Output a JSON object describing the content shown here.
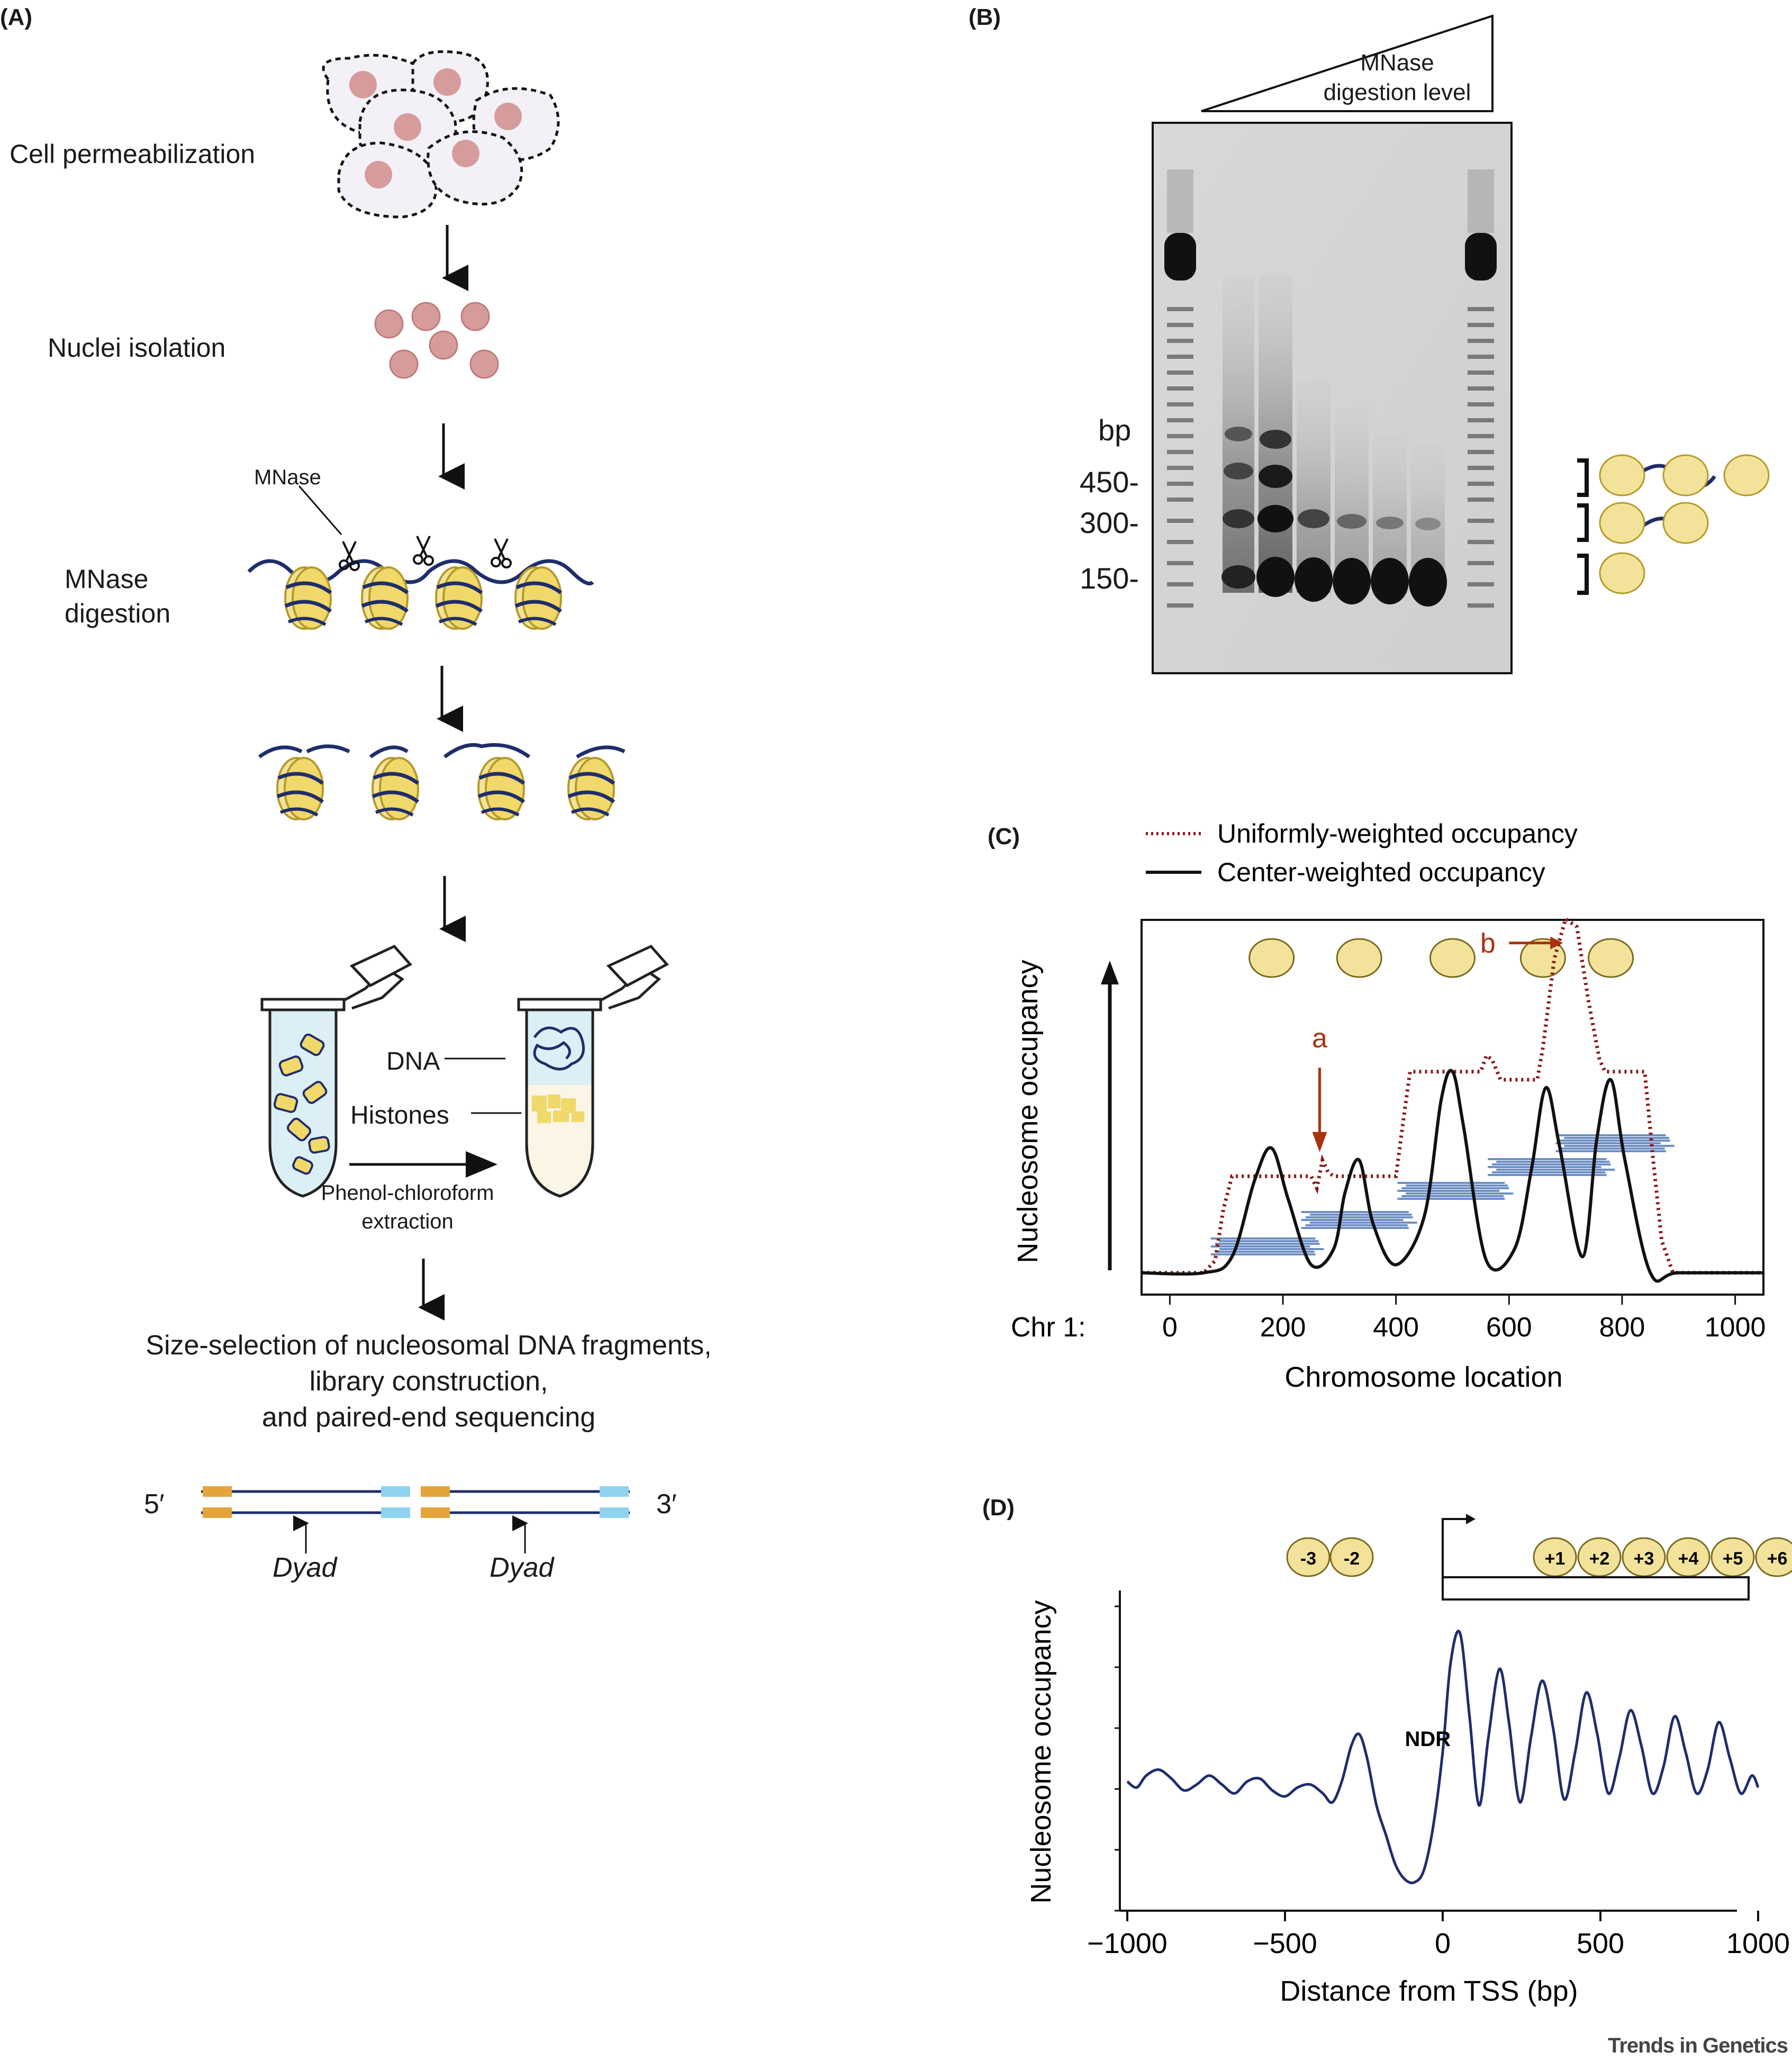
{
  "panels": {
    "a": "(A)",
    "b": "(B)",
    "c": "(C)",
    "d": "(D)"
  },
  "panel_a": {
    "steps": {
      "cell_perm": "Cell permeabilization",
      "nuclei": "Nuclei isolation",
      "mnase_label": "MNase",
      "mnase_digestion_1": "MNase",
      "mnase_digestion_2": "digestion",
      "dna": "DNA",
      "histones": "Histones",
      "extraction_1": "Phenol-chloroform",
      "extraction_2": "extraction",
      "size_sel_1": "Size-selection of nucleosomal DNA fragments,",
      "size_sel_2": "library construction,",
      "size_sel_3": "and paired-end sequencing",
      "five_prime": "5′",
      "three_prime": "3′",
      "dyad_1": "Dyad",
      "dyad_2": "Dyad"
    }
  },
  "panel_b": {
    "wedge_1": "MNase",
    "wedge_2": "digestion level",
    "unit": "bp",
    "markers": [
      "450-",
      "300-",
      "150-"
    ]
  },
  "colors": {
    "nucleosome_fill": "#f3e39a",
    "nucleosome_stroke": "#7a6a1f",
    "dna": "#1f2d6b",
    "uniform_line": "#8b1a1a",
    "center_line": "#111111",
    "fragment": "#6d8fc4",
    "arrow_red": "#a83210",
    "adapter_orange": "#e3a53a",
    "adapter_blue": "#8fd3f0"
  },
  "chart_data": [
    {
      "type": "line",
      "panel": "(C)",
      "title": "",
      "xlabel": "Chromosome location",
      "ylabel": "Nucleosome occupancy",
      "x_prefix": "Chr 1:",
      "xticks": [
        0,
        200,
        400,
        600,
        800,
        1000
      ],
      "xlim": [
        -50,
        1050
      ],
      "legend": "top",
      "annotations": [
        "a",
        "b"
      ],
      "series": [
        {
          "name": "Uniformly-weighted occupancy",
          "style": "dotted",
          "x": [
            -50,
            60,
            80,
            95,
            110,
            250,
            260,
            270,
            280,
            290,
            400,
            415,
            425,
            550,
            560,
            570,
            585,
            650,
            660,
            680,
            700,
            720,
            740,
            760,
            770,
            780,
            800,
            840,
            855,
            870,
            890,
            1050
          ],
          "y": [
            0.02,
            0.02,
            0.05,
            0.18,
            0.26,
            0.26,
            0.23,
            0.3,
            0.27,
            0.26,
            0.26,
            0.42,
            0.52,
            0.52,
            0.56,
            0.55,
            0.5,
            0.5,
            0.58,
            0.8,
            0.9,
            0.88,
            0.7,
            0.55,
            0.52,
            0.52,
            0.52,
            0.52,
            0.3,
            0.1,
            0.02,
            0.02
          ]
        },
        {
          "name": "Center-weighted occupancy",
          "style": "solid",
          "x": [
            -50,
            60,
            110,
            150,
            180,
            210,
            250,
            290,
            310,
            335,
            360,
            400,
            450,
            480,
            500,
            520,
            560,
            610,
            640,
            665,
            690,
            730,
            755,
            780,
            805,
            850,
            900,
            1050
          ],
          "y": [
            0.02,
            0.02,
            0.06,
            0.25,
            0.33,
            0.2,
            0.04,
            0.08,
            0.22,
            0.3,
            0.14,
            0.04,
            0.16,
            0.45,
            0.52,
            0.38,
            0.05,
            0.08,
            0.28,
            0.48,
            0.33,
            0.06,
            0.35,
            0.5,
            0.3,
            0.02,
            0.02,
            0.02
          ]
        }
      ],
      "nucleosome_positions": [
        180,
        335,
        500,
        660,
        780
      ],
      "fragment_groups": [
        {
          "start": 80,
          "end": 265
        },
        {
          "start": 240,
          "end": 430
        },
        {
          "start": 410,
          "end": 600
        },
        {
          "start": 570,
          "end": 780
        },
        {
          "start": 690,
          "end": 885
        }
      ]
    },
    {
      "type": "line",
      "panel": "(D)",
      "title": "",
      "xlabel": "Distance from TSS (bp)",
      "ylabel": "Nucleosome occupancy",
      "xticks": [
        -1000,
        -500,
        0,
        500,
        1000
      ],
      "xtick_labels": [
        "−1000",
        "−500",
        "0",
        "500",
        "1000"
      ],
      "xlim": [
        -1000,
        1000
      ],
      "annotation": "NDR",
      "upstream_nucleosomes": [
        "-3",
        "-2"
      ],
      "downstream_nucleosomes": [
        "+1",
        "+2",
        "+3",
        "+4",
        "+5",
        "+6"
      ],
      "series": [
        {
          "name": "",
          "x": [
            -1000,
            -970,
            -940,
            -900,
            -860,
            -820,
            -780,
            -740,
            -700,
            -660,
            -620,
            -580,
            -540,
            -500,
            -460,
            -420,
            -380,
            -350,
            -320,
            -290,
            -265,
            -240,
            -210,
            -180,
            -150,
            -120,
            -90,
            -60,
            -30,
            0,
            25,
            55,
            85,
            115,
            145,
            180,
            210,
            245,
            280,
            315,
            350,
            385,
            420,
            455,
            490,
            525,
            560,
            595,
            630,
            665,
            700,
            735,
            770,
            805,
            840,
            875,
            910,
            945,
            980,
            1000
          ],
          "y": [
            0.4,
            0.38,
            0.42,
            0.44,
            0.41,
            0.37,
            0.39,
            0.42,
            0.39,
            0.36,
            0.4,
            0.41,
            0.37,
            0.35,
            0.38,
            0.39,
            0.36,
            0.33,
            0.4,
            0.52,
            0.56,
            0.48,
            0.32,
            0.22,
            0.12,
            0.07,
            0.06,
            0.1,
            0.25,
            0.5,
            0.8,
            0.9,
            0.62,
            0.32,
            0.55,
            0.78,
            0.6,
            0.33,
            0.55,
            0.74,
            0.58,
            0.34,
            0.5,
            0.7,
            0.56,
            0.36,
            0.48,
            0.64,
            0.52,
            0.36,
            0.45,
            0.62,
            0.5,
            0.36,
            0.44,
            0.6,
            0.48,
            0.36,
            0.42,
            0.38
          ]
        }
      ]
    }
  ],
  "footer": "Trends in Genetics"
}
